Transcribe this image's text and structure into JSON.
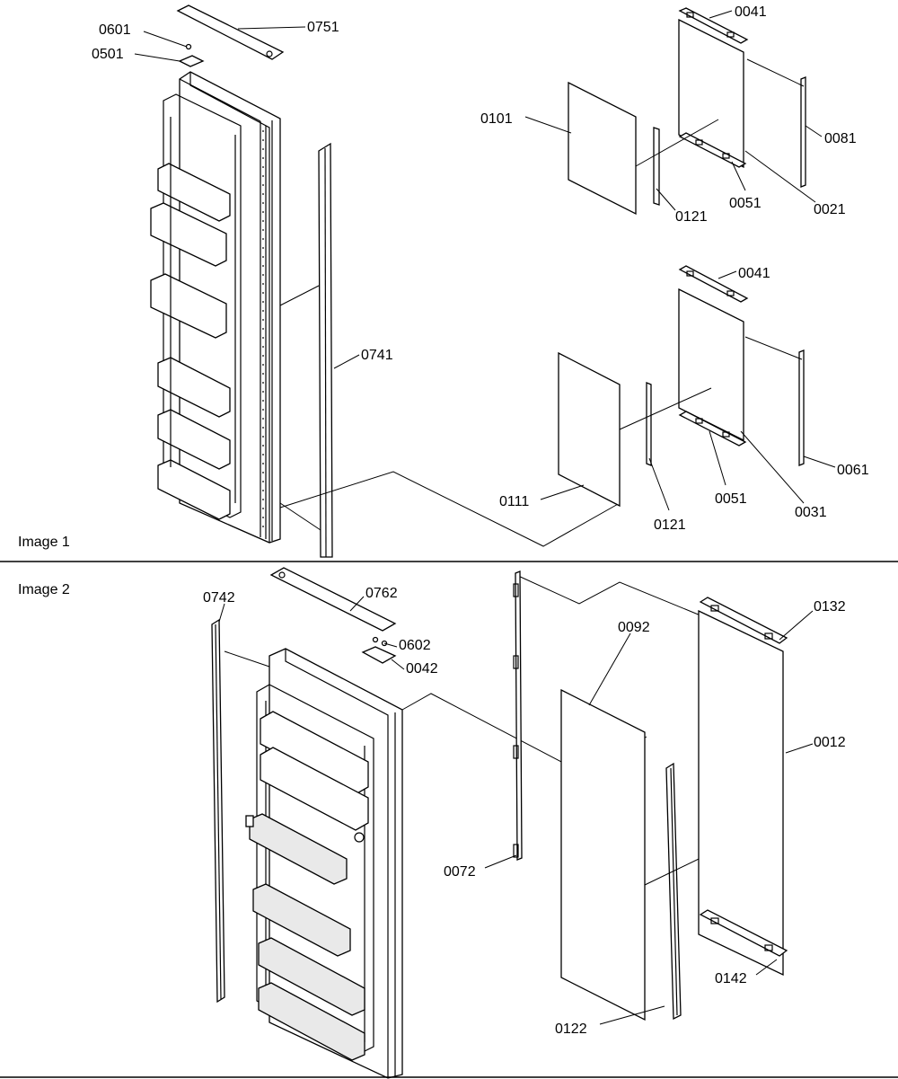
{
  "panels": [
    {
      "title": "Image 1",
      "labels": [
        "0601",
        "0501",
        "0751",
        "0741",
        "0041",
        "0101",
        "0081",
        "0121",
        "0051",
        "0021",
        "0041",
        "0111",
        "0051",
        "0121",
        "0031",
        "0061"
      ]
    },
    {
      "title": "Image 2",
      "labels": [
        "0742",
        "0762",
        "0602",
        "0042",
        "0092",
        "0132",
        "0012",
        "0072",
        "0122",
        "0142"
      ]
    }
  ]
}
